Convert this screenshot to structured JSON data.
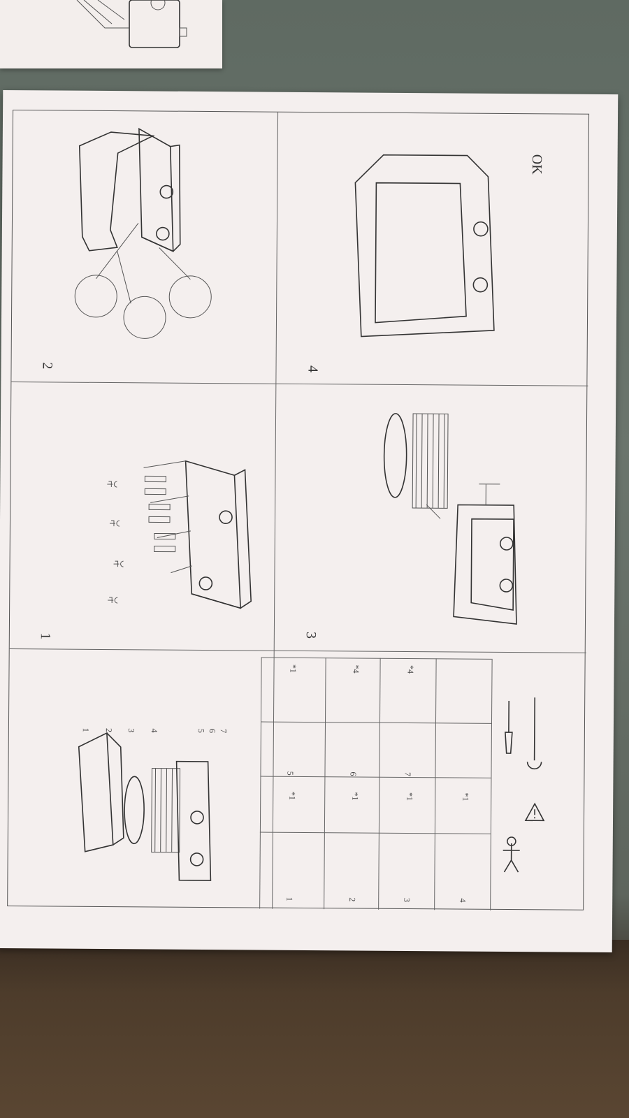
{
  "steps": {
    "s1": "1",
    "s2": "2",
    "s3": "3",
    "s4": "4"
  },
  "ok_label": "OK",
  "callouts": [
    "1",
    "2",
    "3",
    "4",
    "5",
    "6",
    "7"
  ],
  "parts_table": {
    "rows": [
      {
        "index": "1",
        "qty": "*1"
      },
      {
        "index": "2",
        "qty": "*1"
      },
      {
        "index": "3",
        "qty": "*1"
      },
      {
        "index": "4",
        "qty": "*1"
      }
    ],
    "hardware": [
      {
        "index": "5",
        "qty": "*1"
      },
      {
        "index": "6",
        "qty": "*4"
      },
      {
        "index": "7",
        "qty": "*4"
      }
    ]
  }
}
